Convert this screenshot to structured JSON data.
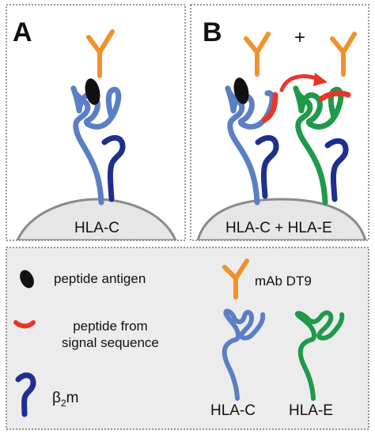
{
  "panels": {
    "a": {
      "letter": "A",
      "cell_label": "HLA-C"
    },
    "b": {
      "letter": "B",
      "cell_label": "HLA-C + HLA-E",
      "plus": "+"
    }
  },
  "legend": {
    "peptide_antigen": "peptide antigen",
    "signal_peptide_line1": "peptide from",
    "signal_peptide_line2": "signal sequence",
    "b2m_beta": "β",
    "b2m_sub": "2",
    "b2m_m": "m",
    "mab": "mAb DT9",
    "hla_c": "HLA-C",
    "hla_e": "HLA-E"
  },
  "colors": {
    "hla_c": "#5b7fc4",
    "hla_e": "#1e9a4a",
    "b2m": "#1f2f8f",
    "antibody": "#f0922b",
    "signal_peptide": "#e8362a",
    "peptide_antigen": "#111111",
    "cell_surface": "#e6e6e6",
    "legend_bg": "#ececec"
  }
}
